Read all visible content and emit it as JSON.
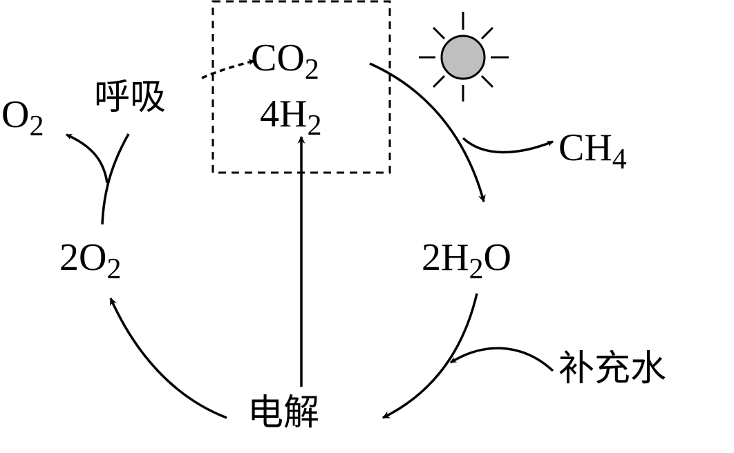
{
  "labels": {
    "co2": {
      "main": "CO",
      "sub": "2"
    },
    "h2": {
      "main": "4H",
      "sub": "2"
    },
    "ch4": {
      "main": "CH",
      "sub": "4"
    },
    "water": {
      "main": "2H",
      "sub": "2",
      "tail": "O"
    },
    "oxygen_2": {
      "main": "2O",
      "sub": "2"
    },
    "oxygen": {
      "main": "O",
      "sub": "2"
    },
    "respiration": "呼吸",
    "electrolysis": "电解",
    "add_water": "补充水"
  },
  "icons": {
    "sun": "sun-icon"
  },
  "colors": {
    "ink": "#000000",
    "sun_fill": "#bfbfbf"
  }
}
